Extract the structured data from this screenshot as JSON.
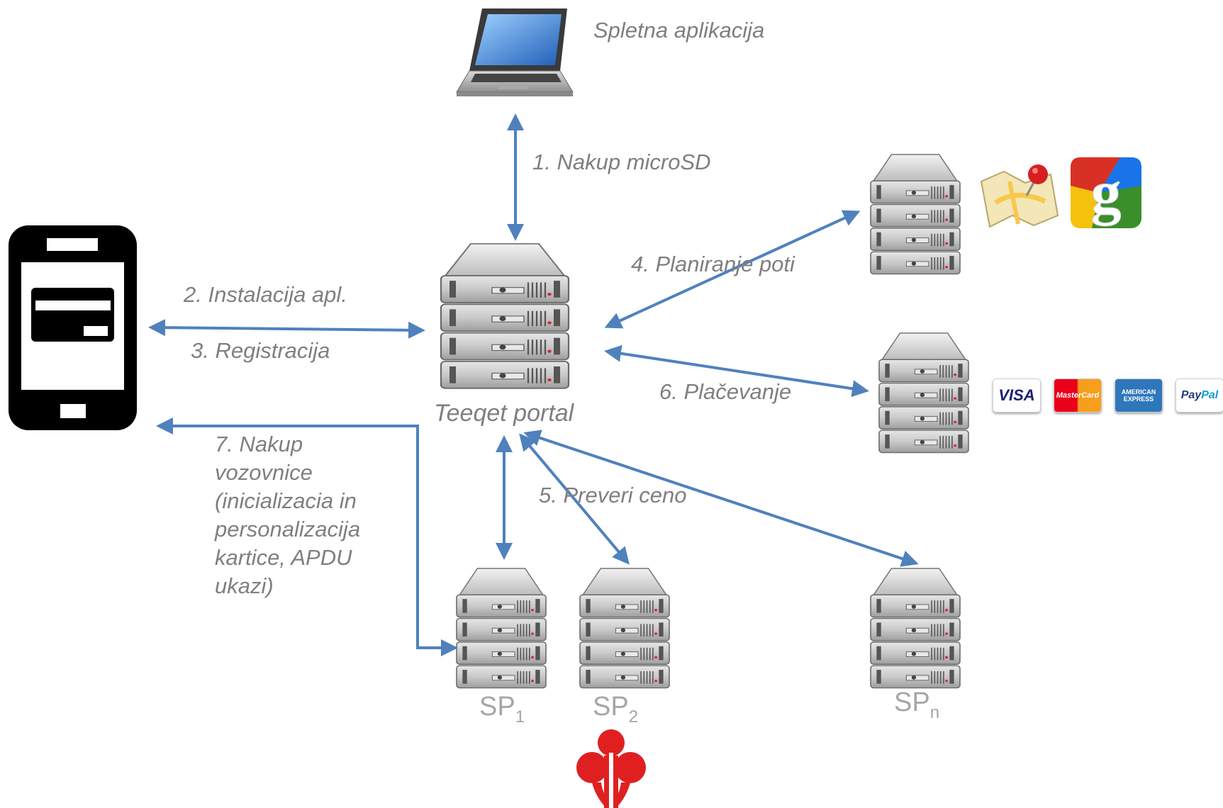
{
  "labels": {
    "web_app": "Spletna aplikacija",
    "step1": "1. Nakup microSD",
    "step2": "2. Instalacija apl.",
    "step3": "3. Registracija",
    "step4": "4. Planiranje poti",
    "step5": "5. Preveri ceno",
    "step6": "6. Plačevanje",
    "step7": "7. Nakup vozovnice (inicializacia in personalizacija kartice, APDU ukazi)",
    "portal": "Teeqet portal"
  },
  "providers": {
    "sp_text": "SP",
    "sp1_sub": "1",
    "sp2_sub": "2",
    "spn_sub": "n"
  },
  "payment_cards": {
    "visa": "VISA",
    "mastercard": "MasterCard",
    "amex_line1": "AMERICAN",
    "amex_line2": "EXPRESS",
    "paypal_a": "Pay",
    "paypal_b": "Pal"
  },
  "colors": {
    "arrow": "#4f81bd",
    "label": "#7f7f7f",
    "sp_label": "#a6a6a6",
    "logo_red": "#e02020"
  },
  "icons": [
    "laptop-icon",
    "smartphone-icon",
    "server-icon",
    "maps-icon",
    "google-icon",
    "logo-icon"
  ]
}
